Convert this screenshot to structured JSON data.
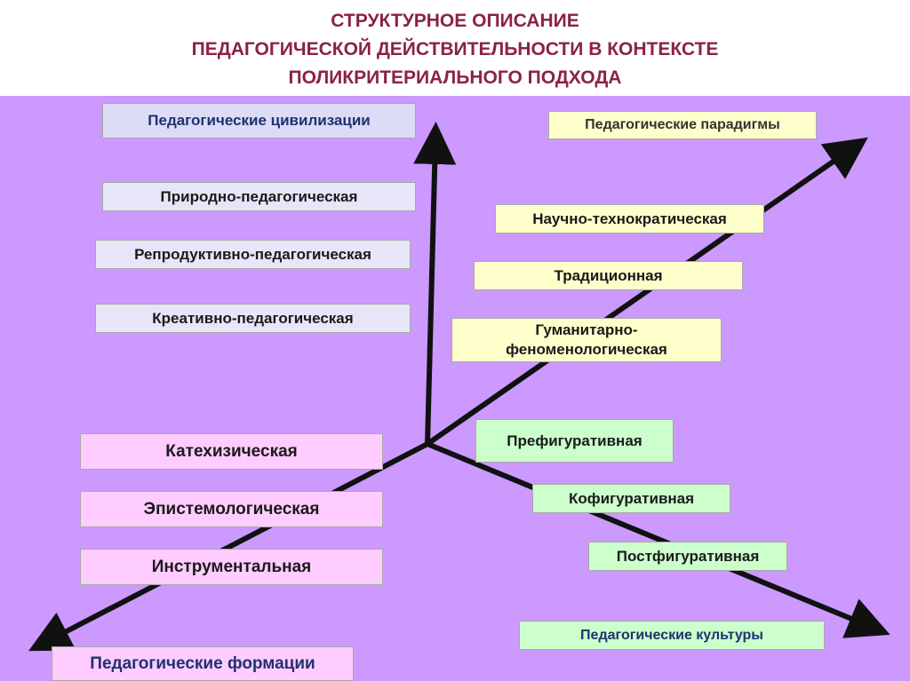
{
  "title": {
    "line1": "СТРУКТУРНОЕ ОПИСАНИЕ",
    "line2": "ПЕДАГОГИЧЕСКОЙ ДЕЙСТВИТЕЛЬНОСТИ В КОНТЕКСТЕ",
    "line3": "ПОЛИКРИТЕРИАЛЬНОГО ПОДХОДА"
  },
  "civilizations": {
    "heading": "Педагогические цивилизации",
    "items": [
      "Природно-педагогическая",
      "Репродуктивно-педагогическая",
      "Креативно-педагогическая"
    ]
  },
  "paradigms": {
    "heading": "Педагогические парадигмы",
    "items": [
      "Научно-технократическая",
      "Традиционная",
      "Гуманитарно-\nфеноменологическая"
    ]
  },
  "formations": {
    "heading": "Педагогические формации",
    "items": [
      "Катехизическая",
      "Эпистемологическая",
      "Инструментальная"
    ]
  },
  "cultures": {
    "heading": "Педагогические культуры",
    "items": [
      "Префигуративная",
      "Кофигуративная",
      "Постфигуративная"
    ]
  },
  "colors": {
    "title": "#8b2246",
    "panel": "#cc99ff",
    "civilization_box": "#e6e6f8",
    "paradigm_box": "#ffffcc",
    "formation_box": "#ffccff",
    "culture_box": "#ccffcc",
    "axis": "#111111"
  }
}
